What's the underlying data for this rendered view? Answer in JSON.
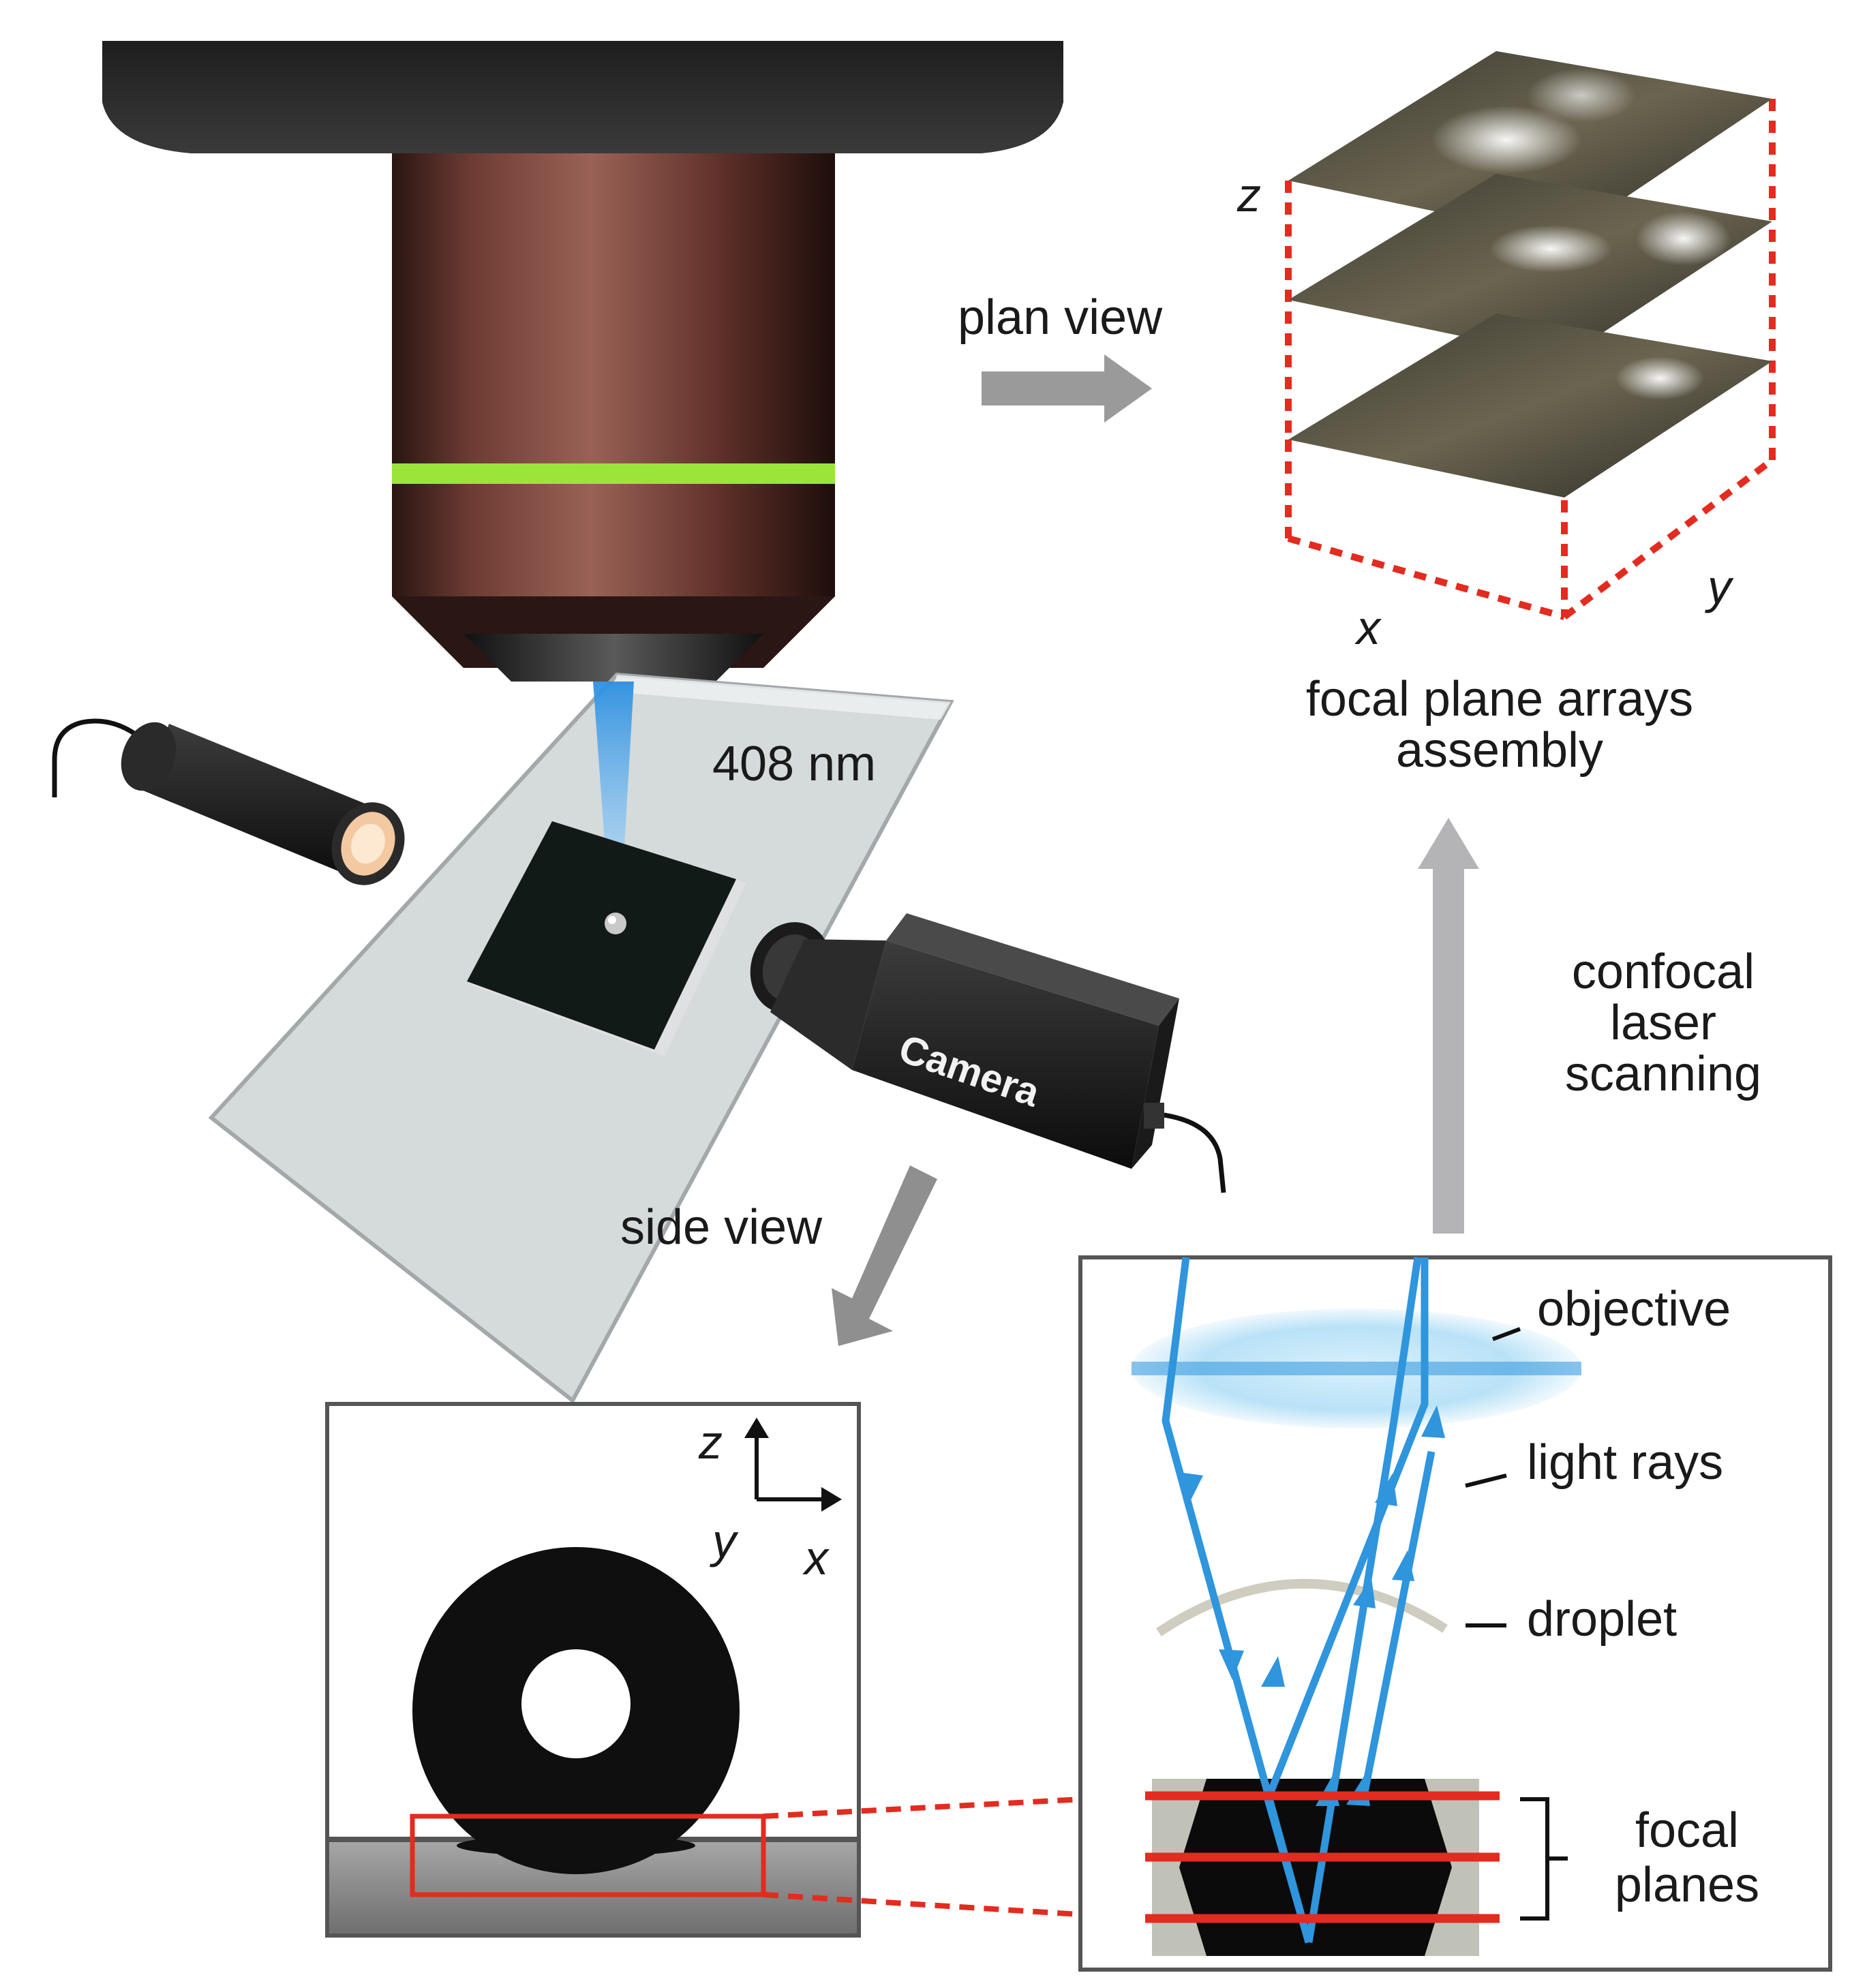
{
  "labels": {
    "plan_view": "plan view",
    "wavelength": "408 nm",
    "camera": "Camera",
    "side_view": "side view",
    "assembly_line1": "focal plane arrays",
    "assembly_line2": "assembly",
    "confocal_line1": "confocal",
    "confocal_line2": "laser",
    "confocal_line3": "scanning",
    "objective": "objective",
    "light_rays": "light rays",
    "droplet": "droplet",
    "focal_line1": "focal",
    "focal_line2": "planes"
  },
  "axes_3d": {
    "z": "z",
    "x": "x",
    "y": "y"
  },
  "axes_side": {
    "z": "z",
    "y": "y",
    "x": "x"
  },
  "colors": {
    "laser_blue": "#2f95dc",
    "focal_red": "#e32b1f",
    "arrow_gray": "#a9a9ab",
    "lens_blue": "#b9e2f7",
    "objective_body": "#6e3c34",
    "objective_ring": "#9be43a"
  }
}
